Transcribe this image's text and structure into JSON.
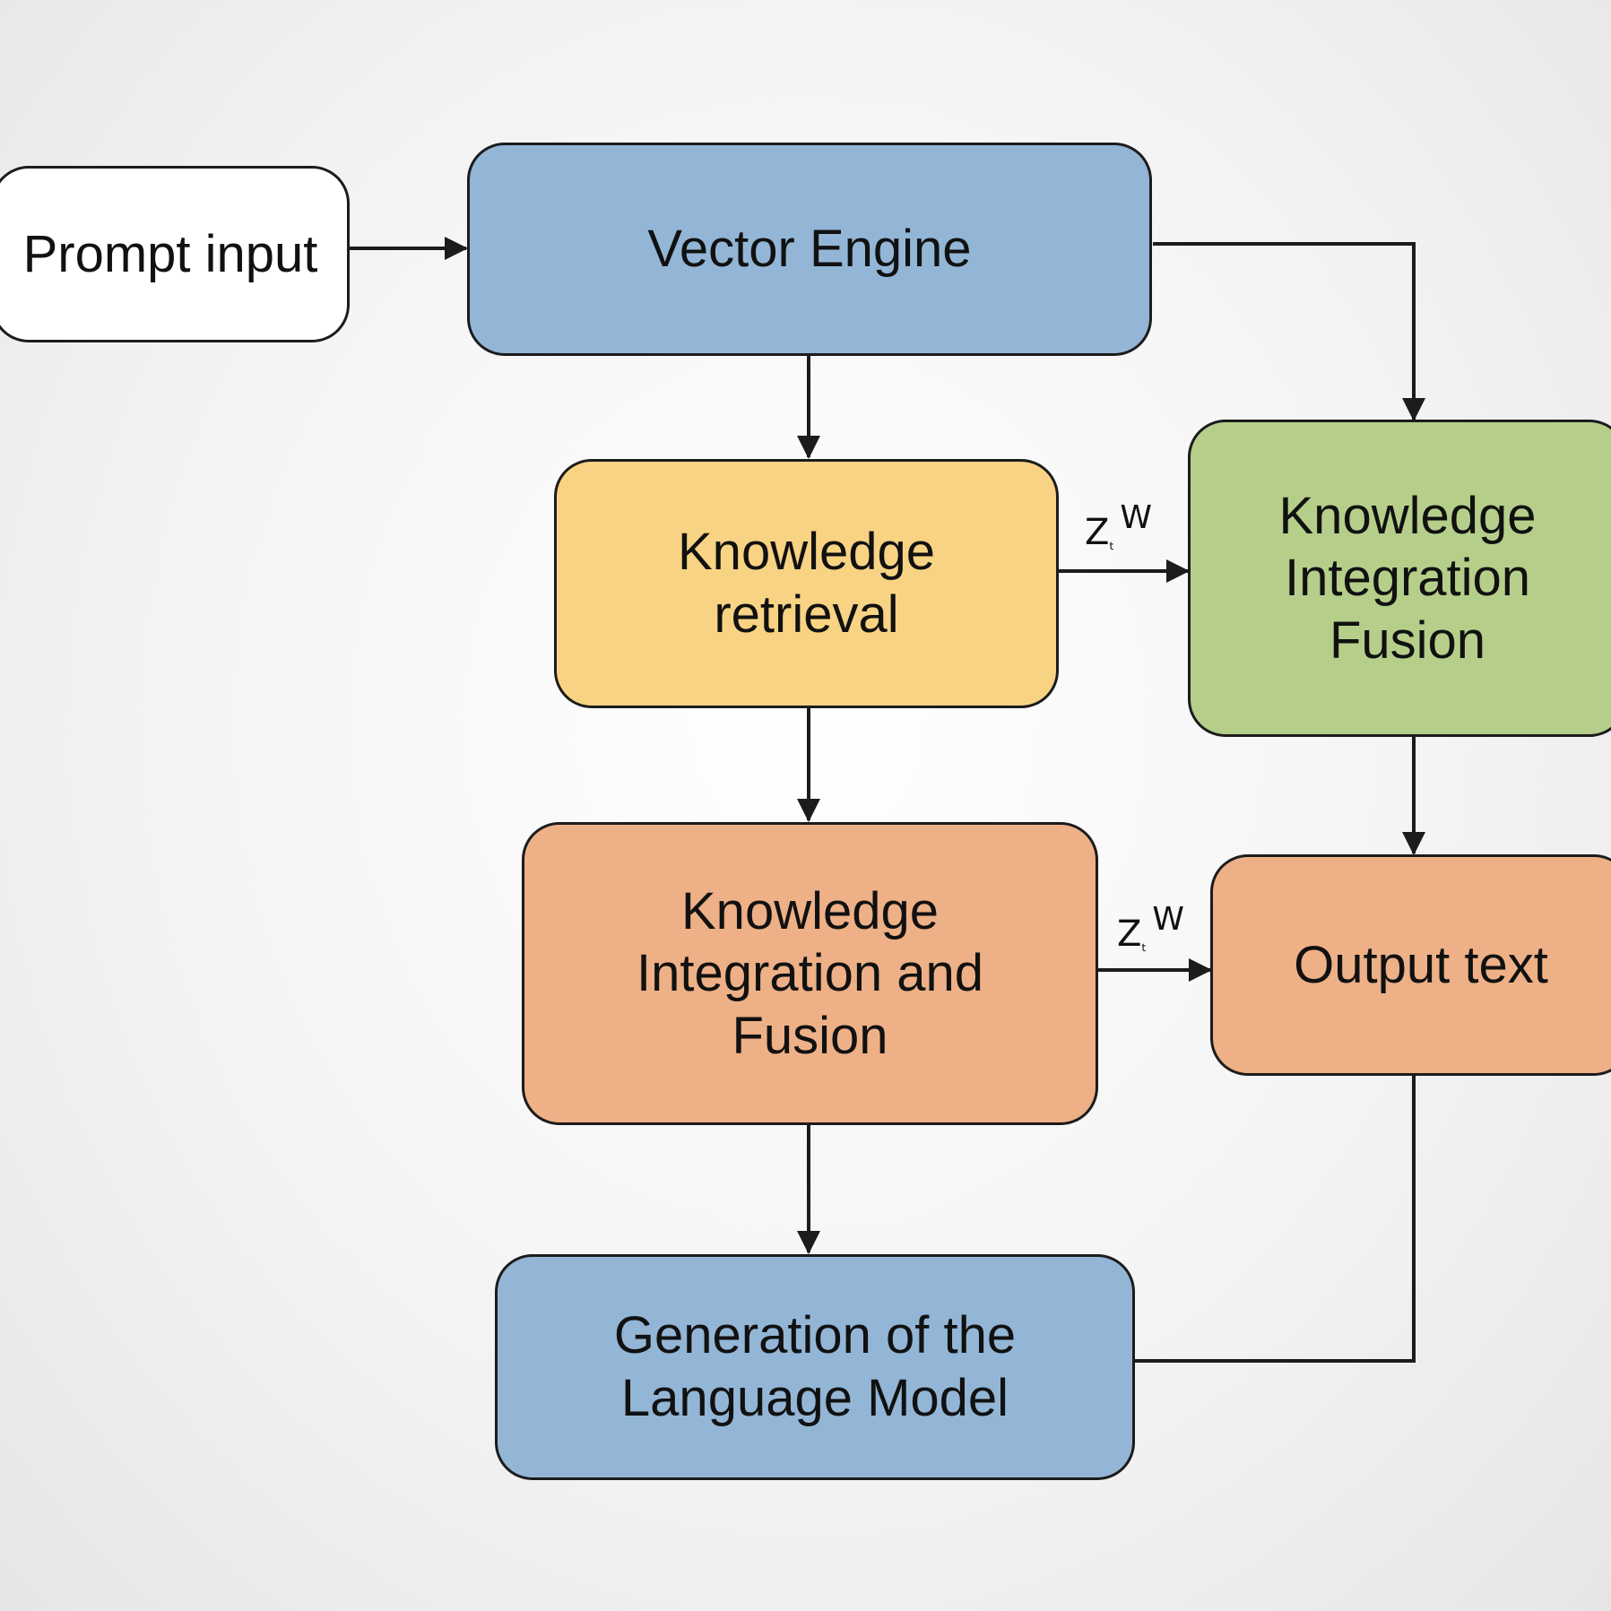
{
  "nodes": {
    "prompt_input": {
      "label": "Prompt input",
      "color": "#ffffff"
    },
    "vector_engine": {
      "label": "Vector Engine",
      "color": "#93b6d6"
    },
    "knowledge_retrieval": {
      "label": "Knowledge\nretrieval",
      "color": "#f8d383"
    },
    "knowledge_integration_fusion": {
      "label": "Knowledge\nIntegration\nFusion",
      "color": "#b5cf8a"
    },
    "knowledge_integration_and_fusion": {
      "label": "Knowledge\nIntegration and\nFusion",
      "color": "#eeb086"
    },
    "output_text": {
      "label": "Output text",
      "color": "#eeb086"
    },
    "generation_language_model": {
      "label": "Generation of the\nLanguage Model",
      "color": "#93b6d6"
    }
  },
  "edge_labels": {
    "retrieval_to_fusion": {
      "base": "Z",
      "sub": "ₜ",
      "sup": "W"
    },
    "integration_to_output": {
      "base": "Z",
      "sub": "ₜ",
      "sup": "W"
    }
  },
  "colors": {
    "stroke": "#1c1c1c",
    "text": "#111111"
  }
}
